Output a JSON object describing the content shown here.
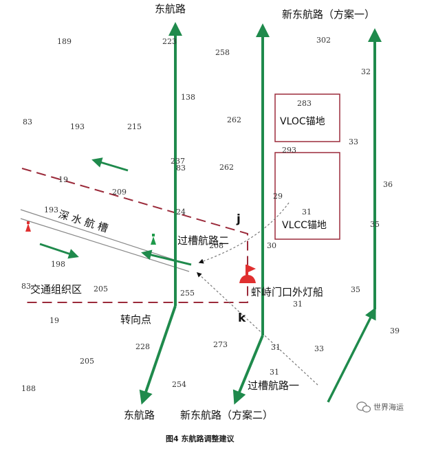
{
  "colors": {
    "route": "#1f8a4c",
    "boundary": "#9b2a3a",
    "anchorage": "#9b2a3a",
    "buoy_red": "#e03030",
    "buoy_green": "#1f9a4a",
    "channel": "#888888",
    "turning_line": "#777777"
  },
  "labels": {
    "east_route_top": "东航路",
    "new_east_route_plan1": "新东航路（方案一）",
    "east_route_bottom": "东航路",
    "new_east_route_plan2": "新东航路（方案二）",
    "deep_channel": "深 水 航 槽",
    "crossing_route_2": "过槽航路二",
    "crossing_route_1": "过槽航路一",
    "traffic_zone": "交通组织区",
    "turning_point": "转向点",
    "lightship": "虾峙门口外灯船",
    "point_j": "j",
    "point_k": "k",
    "vloc_anchorage": "VLOC锚地",
    "vlcc_anchorage": "VLCC锚地"
  },
  "depths": [
    "189",
    "223",
    "258",
    "302",
    "32",
    "138",
    "283",
    "83",
    "193",
    "215",
    "262",
    "293",
    "33",
    "237",
    "83",
    "262",
    "19",
    "209",
    "36",
    "29",
    "193",
    "24",
    "31",
    "35",
    "208",
    "30",
    "198",
    "83",
    "205",
    "255",
    "35",
    "31",
    "19",
    "39",
    "228",
    "273",
    "31",
    "33",
    "205",
    "31",
    "254",
    "188"
  ],
  "caption": "图4  东航路调整建议",
  "watermark": "世界海运",
  "icons": {
    "watermark_icon": "wechat-icon",
    "buoy_icon": "buoy-icon",
    "lightship_icon": "lightship-icon"
  }
}
